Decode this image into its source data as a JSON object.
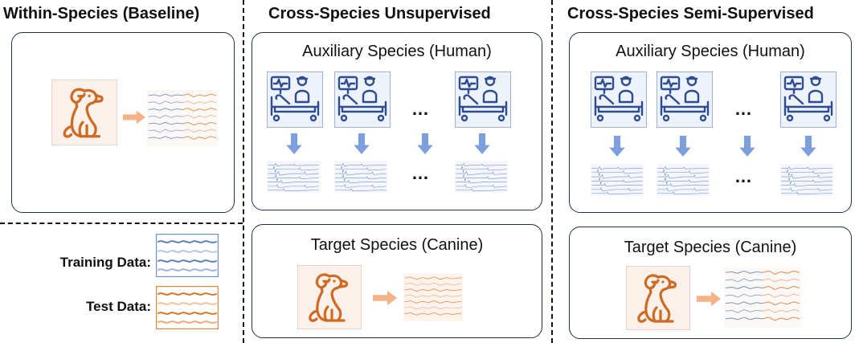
{
  "panels": {
    "within": {
      "heading": "Within-Species (Baseline)"
    },
    "unsupervised": {
      "heading": "Cross-Species Unsupervised",
      "auxiliary_title": "Auxiliary Species (Human)",
      "target_title": "Target Species (Canine)",
      "ellipsis_top": "…",
      "ellipsis_bottom": "…"
    },
    "semisupervised": {
      "heading": "Cross-Species Semi-Supervised",
      "auxiliary_title": "Auxiliary Species (Human)",
      "target_title": "Target Species (Canine)",
      "ellipsis_top": "…",
      "ellipsis_bottom": "…"
    }
  },
  "legend": {
    "training_label": "Training Data:",
    "test_label": "Test Data:"
  },
  "colors": {
    "frame": "#1f2f4d",
    "training": "#6f8fc9",
    "test": "#e0873f",
    "dog": "#cf6a22",
    "arrow_orange": "#f5b287",
    "arrow_blue": "#7d9fdc",
    "patient_icon": "#2e4d8f"
  }
}
